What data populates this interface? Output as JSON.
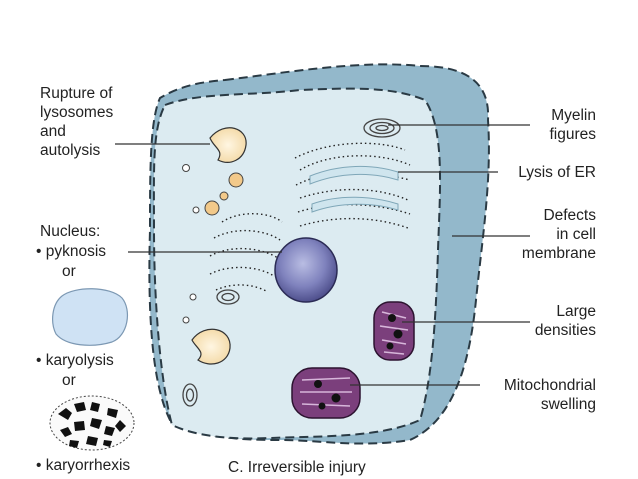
{
  "labels": {
    "rupture": [
      "Rupture of",
      "lysosomes",
      "and",
      "autolysis"
    ],
    "nucleus_title": "Nucleus:",
    "pyknosis": "• pyknosis",
    "or1": "or",
    "karyolysis": "• karyolysis",
    "or2": "or",
    "karyorrhexis": "• karyorrhexis",
    "caption": "C. Irreversible injury",
    "myelin": [
      "Myelin",
      "figures"
    ],
    "lysis_er": "Lysis of ER",
    "defects": [
      "Defects",
      "in cell",
      "membrane"
    ],
    "large": [
      "Large",
      "densities"
    ],
    "mito": [
      "Mitochondrial",
      "swelling"
    ]
  },
  "colors": {
    "cytoplasm": "#dcebf1",
    "membrane_bleb": "#8fb5c9",
    "nucleus": "#5d5fa0",
    "mitochondria": "#7b3f7c",
    "lysosome": "#f6deb0",
    "karyolysis": "#cfe2f4"
  }
}
